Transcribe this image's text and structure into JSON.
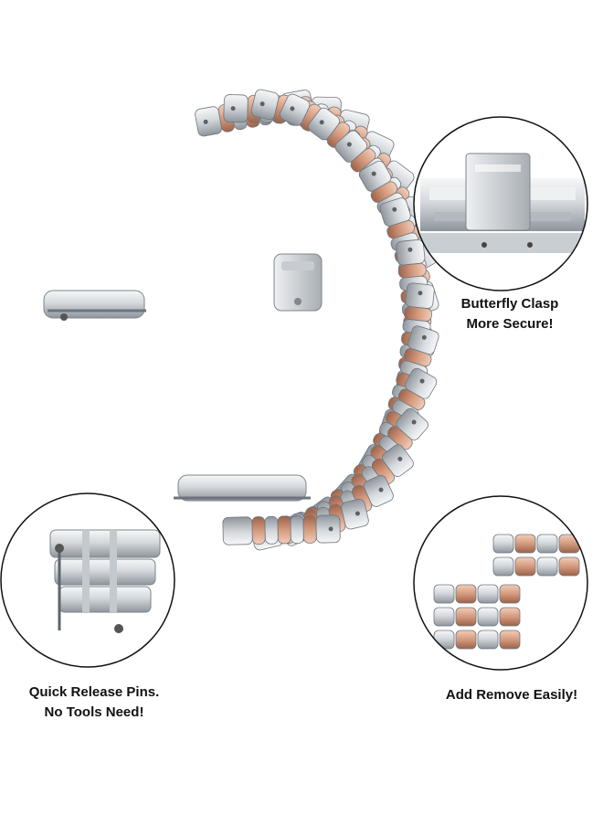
{
  "features": {
    "clasp": {
      "line1": "Butterfly Clasp",
      "line2": "More Secure!"
    },
    "pins": {
      "line1": "Quick Release Pins.",
      "line2": "No Tools Need!"
    },
    "remove": {
      "line1": "Add Remove Easily!"
    }
  },
  "colors": {
    "silver": "#d9dde1",
    "silver_dark": "#9aa1a8",
    "rose_gold": "#d9a58a",
    "rose_gold_dark": "#a96d55",
    "circle_outline": "#111111"
  }
}
